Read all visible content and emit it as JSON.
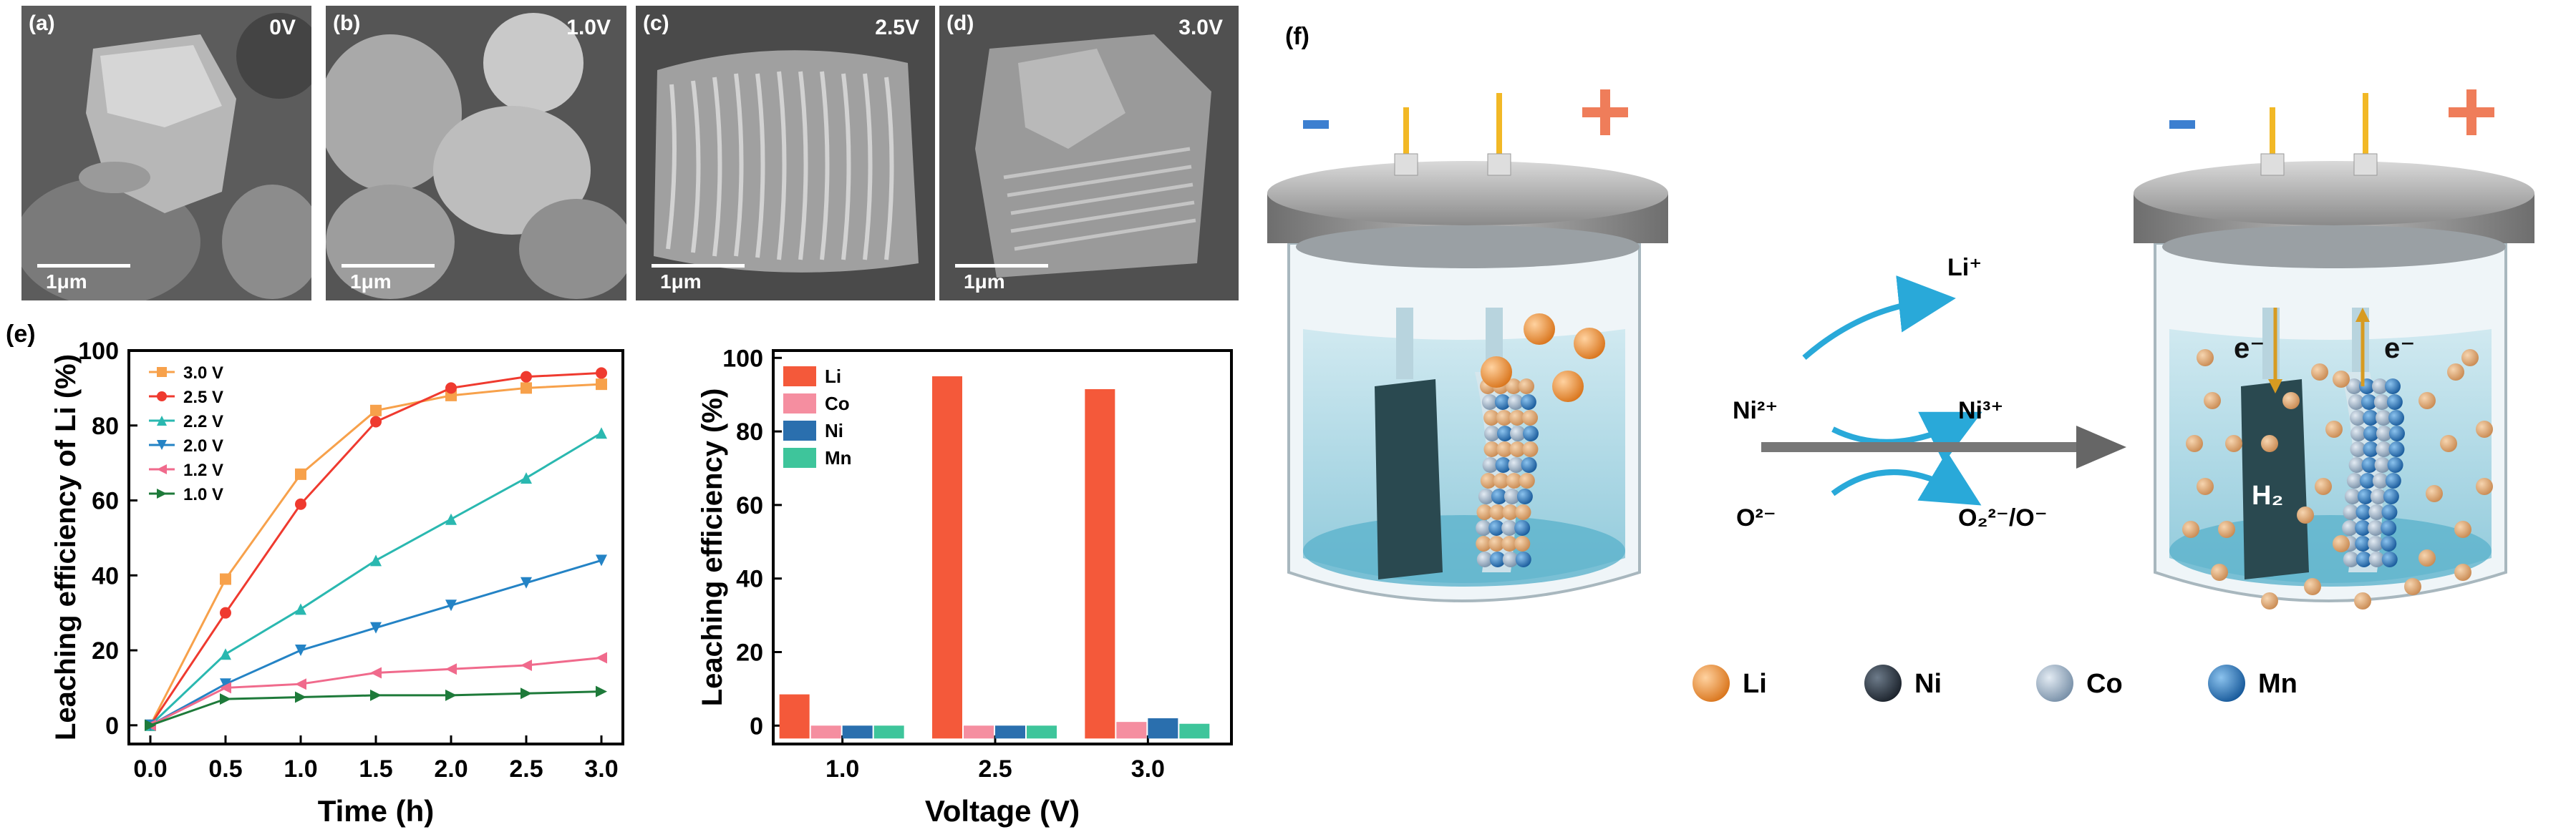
{
  "sem_images": [
    {
      "label": "(a)",
      "voltage": "0V",
      "scale": "1μm"
    },
    {
      "label": "(b)",
      "voltage": "1.0V",
      "scale": "1μm"
    },
    {
      "label": "(c)",
      "voltage": "2.5V",
      "scale": "1μm"
    },
    {
      "label": "(d)",
      "voltage": "3.0V",
      "scale": "1μm"
    }
  ],
  "panel_e_label": "(e)",
  "panel_f_label": "(f)",
  "chart_data": [
    {
      "type": "line",
      "xlabel": "Time (h)",
      "ylabel": "Leaching efficiency of Li (%)",
      "xlim": [
        0,
        3.0
      ],
      "ylim": [
        -5,
        100
      ],
      "xticks": [
        "0.0",
        "0.5",
        "1.0",
        "1.5",
        "2.0",
        "2.5",
        "3.0"
      ],
      "yticks": [
        "0",
        "20",
        "40",
        "60",
        "80",
        "100"
      ],
      "legend_position": "top-left",
      "x": [
        0,
        0.5,
        1.0,
        1.5,
        2.0,
        2.5,
        3.0
      ],
      "series": [
        {
          "name": "3.0 V",
          "color": "#f7a14b",
          "marker": "square",
          "values": [
            0,
            39,
            67,
            84,
            88,
            90,
            91
          ]
        },
        {
          "name": "2.5 V",
          "color": "#ef3a2f",
          "marker": "circle",
          "values": [
            0,
            30,
            59,
            81,
            90,
            93,
            94
          ]
        },
        {
          "name": "2.2 V",
          "color": "#2ab8b0",
          "marker": "triangle-up",
          "values": [
            0,
            19,
            31,
            44,
            55,
            66,
            78
          ]
        },
        {
          "name": "2.0 V",
          "color": "#2483c5",
          "marker": "triangle-down",
          "values": [
            0,
            11,
            20,
            26,
            32,
            38,
            44
          ]
        },
        {
          "name": "1.2 V",
          "color": "#f06a8c",
          "marker": "triangle-left",
          "values": [
            0,
            10,
            11,
            14,
            15,
            16,
            18
          ]
        },
        {
          "name": "1.0 V",
          "color": "#1e7a3a",
          "marker": "triangle-right",
          "values": [
            0,
            7,
            7.5,
            8,
            8,
            8.5,
            9
          ]
        }
      ]
    },
    {
      "type": "bar",
      "xlabel": "Voltage (V)",
      "ylabel": "Leaching efficiency (%)",
      "categories": [
        "1.0",
        "2.5",
        "3.0"
      ],
      "ylim": [
        -5,
        102
      ],
      "yticks": [
        "0",
        "20",
        "40",
        "60",
        "80",
        "100"
      ],
      "legend_position": "top-left",
      "series": [
        {
          "name": "Li",
          "color": "#f4593a",
          "values": [
            8.5,
            95,
            91.5
          ]
        },
        {
          "name": "Co",
          "color": "#f58ea0",
          "values": [
            0,
            0,
            1
          ]
        },
        {
          "name": "Ni",
          "color": "#2a6fae",
          "values": [
            0,
            0,
            2
          ]
        },
        {
          "name": "Mn",
          "color": "#3ec59b",
          "values": [
            0,
            0,
            0.5
          ]
        }
      ]
    }
  ],
  "diagram": {
    "minus_sign": "−",
    "plus_sign": "+",
    "reactions": {
      "li": "Li⁺",
      "ni_left": "Ni²⁺",
      "ni_right": "Ni³⁺",
      "o_left": "O²⁻",
      "o_right": "O₂²⁻/O⁻"
    },
    "electron_left": "e⁻",
    "electron_right": "e⁻",
    "h2": "H₂",
    "legend": [
      {
        "name": "Li",
        "color": "#e9822a"
      },
      {
        "name": "Ni",
        "color": "#2a3340"
      },
      {
        "name": "Co",
        "color": "#8fa3b8"
      },
      {
        "name": "Mn",
        "color": "#1f6fb5"
      }
    ]
  }
}
